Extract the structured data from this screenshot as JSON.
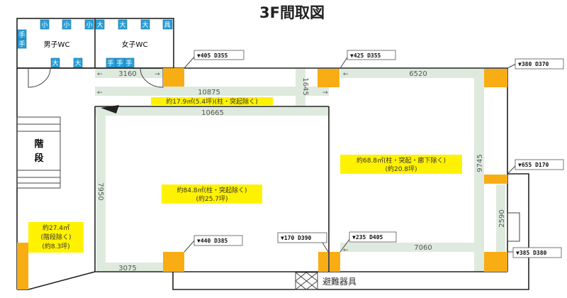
{
  "title": "3F間取図",
  "rooms": {
    "mens_wc": "男子WC",
    "womens_wc": "女子WC",
    "stairs": [
      "階",
      "段"
    ],
    "evacuation": "避難器具"
  },
  "fixtures": {
    "urinal": "小",
    "toilet": "大",
    "sink": "手",
    "utility": "具"
  },
  "areas": {
    "corridor": "約17.9㎡(5.4坪)(柱・突起除く)",
    "hall_main": [
      "約84.8㎡(柱・突起除く)",
      "(約25.7坪)"
    ],
    "hall_right": [
      "約68.8㎡(柱・突起・廊下除く)",
      "(約20.8坪)"
    ],
    "left_room": [
      "約27.4㎡",
      "(階段除く)",
      "(約8.3坪)"
    ]
  },
  "dimensions": {
    "d3160": "3160",
    "d10875": "10875",
    "d10665": "10665",
    "d1645": "1645",
    "d6520": "6520",
    "d9745": "9745",
    "d7950": "7950",
    "d3075": "3075",
    "d7060": "7060",
    "d2590": "2590"
  },
  "pillar_labels": [
    "▼405 D355",
    "▼425 D355",
    "▼380 D370",
    "▼655 D170",
    "▼440 D385",
    "▼170 D390",
    "▼235 D405",
    "▼385 D380"
  ],
  "colors": {
    "pillar": "#f9ad14",
    "highlight": "#fff200",
    "fixture": "#2a9fd8",
    "band": "#dfeadf"
  }
}
